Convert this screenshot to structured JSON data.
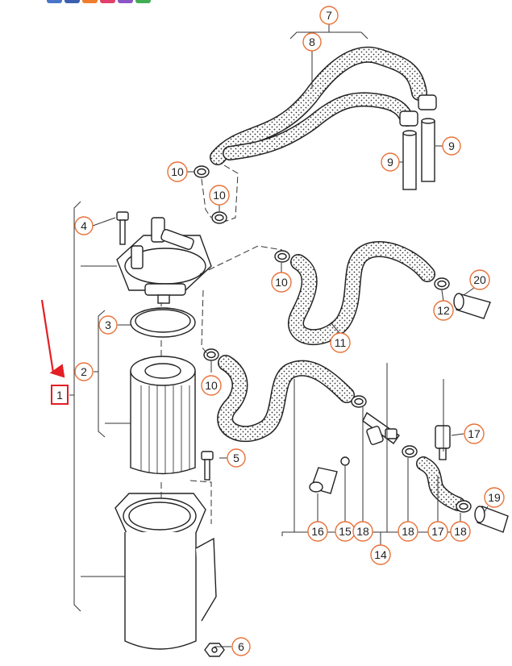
{
  "top_bar": {
    "colors": [
      "#4a76c9",
      "#3b5fb0",
      "#f07d2c",
      "#e0406a",
      "#8a55c4",
      "#3fae54"
    ]
  },
  "callouts": {
    "c1": "1",
    "c2": "2",
    "c3": "3",
    "c4": "4",
    "c5": "5",
    "c6": "6",
    "c7": "7",
    "c8": "8",
    "c9a": "9",
    "c9b": "9",
    "c10a": "10",
    "c10b": "10",
    "c10c": "10",
    "c10d": "10",
    "c11": "11",
    "c12": "12",
    "c14": "14",
    "c15": "15",
    "c16": "16",
    "c17a": "17",
    "c17b": "17",
    "c18a": "18",
    "c18b": "18",
    "c18c": "18",
    "c19": "19",
    "c20": "20"
  },
  "colors": {
    "callout_ring": "#e8733a",
    "highlight": "#e31e24",
    "line": "#2a2a2a",
    "hose_fill": "#f4f4f4"
  }
}
